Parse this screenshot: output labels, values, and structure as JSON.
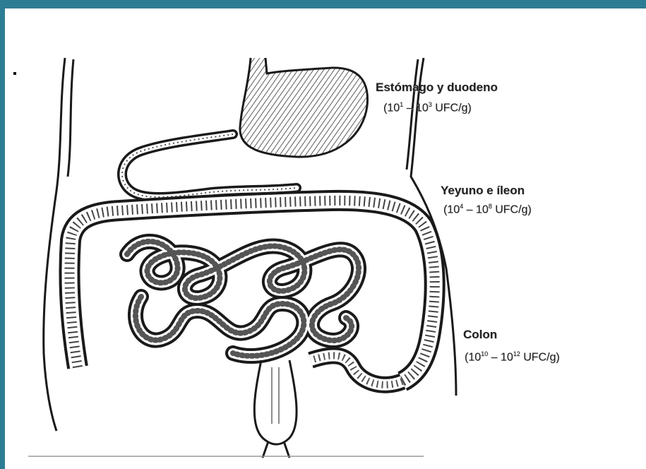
{
  "labels": {
    "stomach": {
      "name": "Estómago y duodeno",
      "range_open": "(10",
      "exp_low": "1",
      "range_mid": " – 10",
      "exp_high": "3",
      "range_close": " UFC/g)"
    },
    "small_intestine": {
      "name": "Yeyuno e íleon",
      "range_open": "(10",
      "exp_low": "4",
      "range_mid": " – 10",
      "exp_high": "8",
      "range_close": " UFC/g)"
    },
    "colon": {
      "name": "Colon",
      "range_open": "(10",
      "exp_low": "10",
      "range_mid": " – 10",
      "exp_high": "12",
      "range_close": " UFC/g)"
    }
  },
  "colors": {
    "frame": "#2c7d93",
    "ink": "#1a1a1a"
  }
}
